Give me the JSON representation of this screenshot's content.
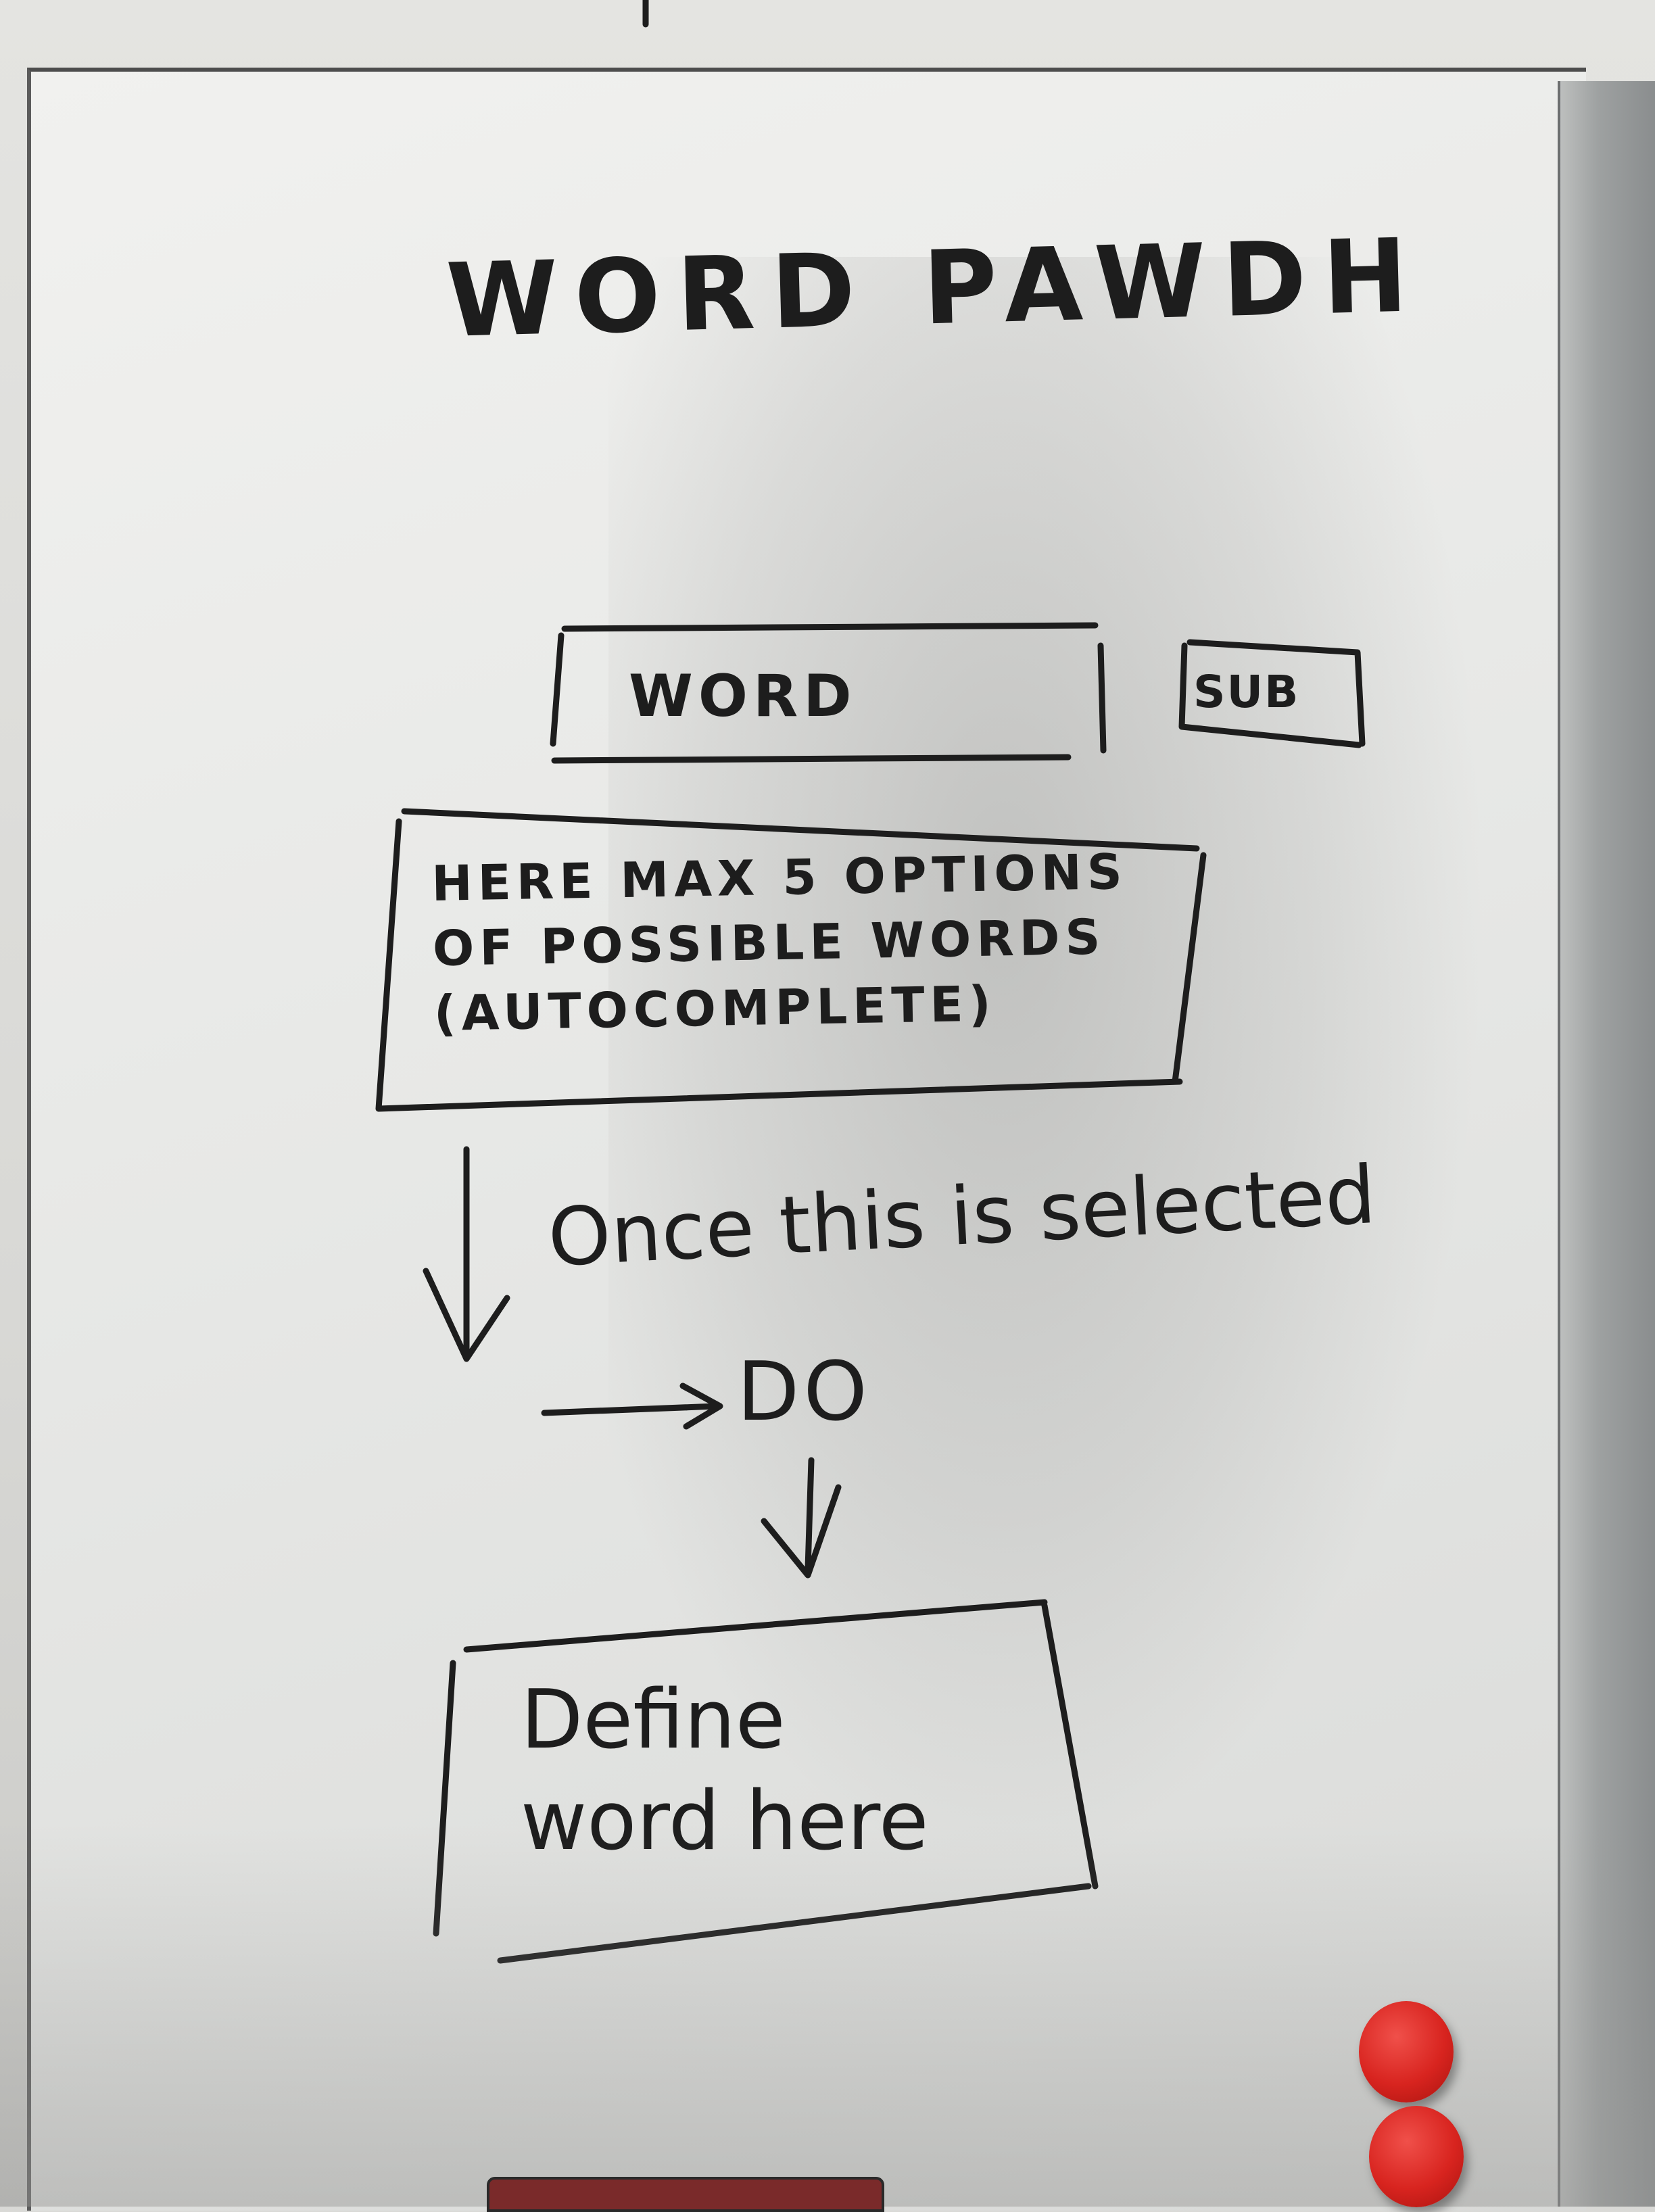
{
  "whiteboard": {
    "title": "WORD PAWDH",
    "word_field_label": "WORD",
    "submit_label": "SUB",
    "autocomplete_lines": [
      "HERE MAX 5 OPTIONS",
      "OF POSSIBLE WORDS",
      "(AUTOCOMPLETE)"
    ],
    "once_note": "Once this is selected",
    "do_label": "DO",
    "definition_lines": [
      "Define",
      "word here"
    ]
  },
  "colors": {
    "ink": "#1d1d1d",
    "board": "#eeeeec",
    "magnet": "#d8241f"
  }
}
